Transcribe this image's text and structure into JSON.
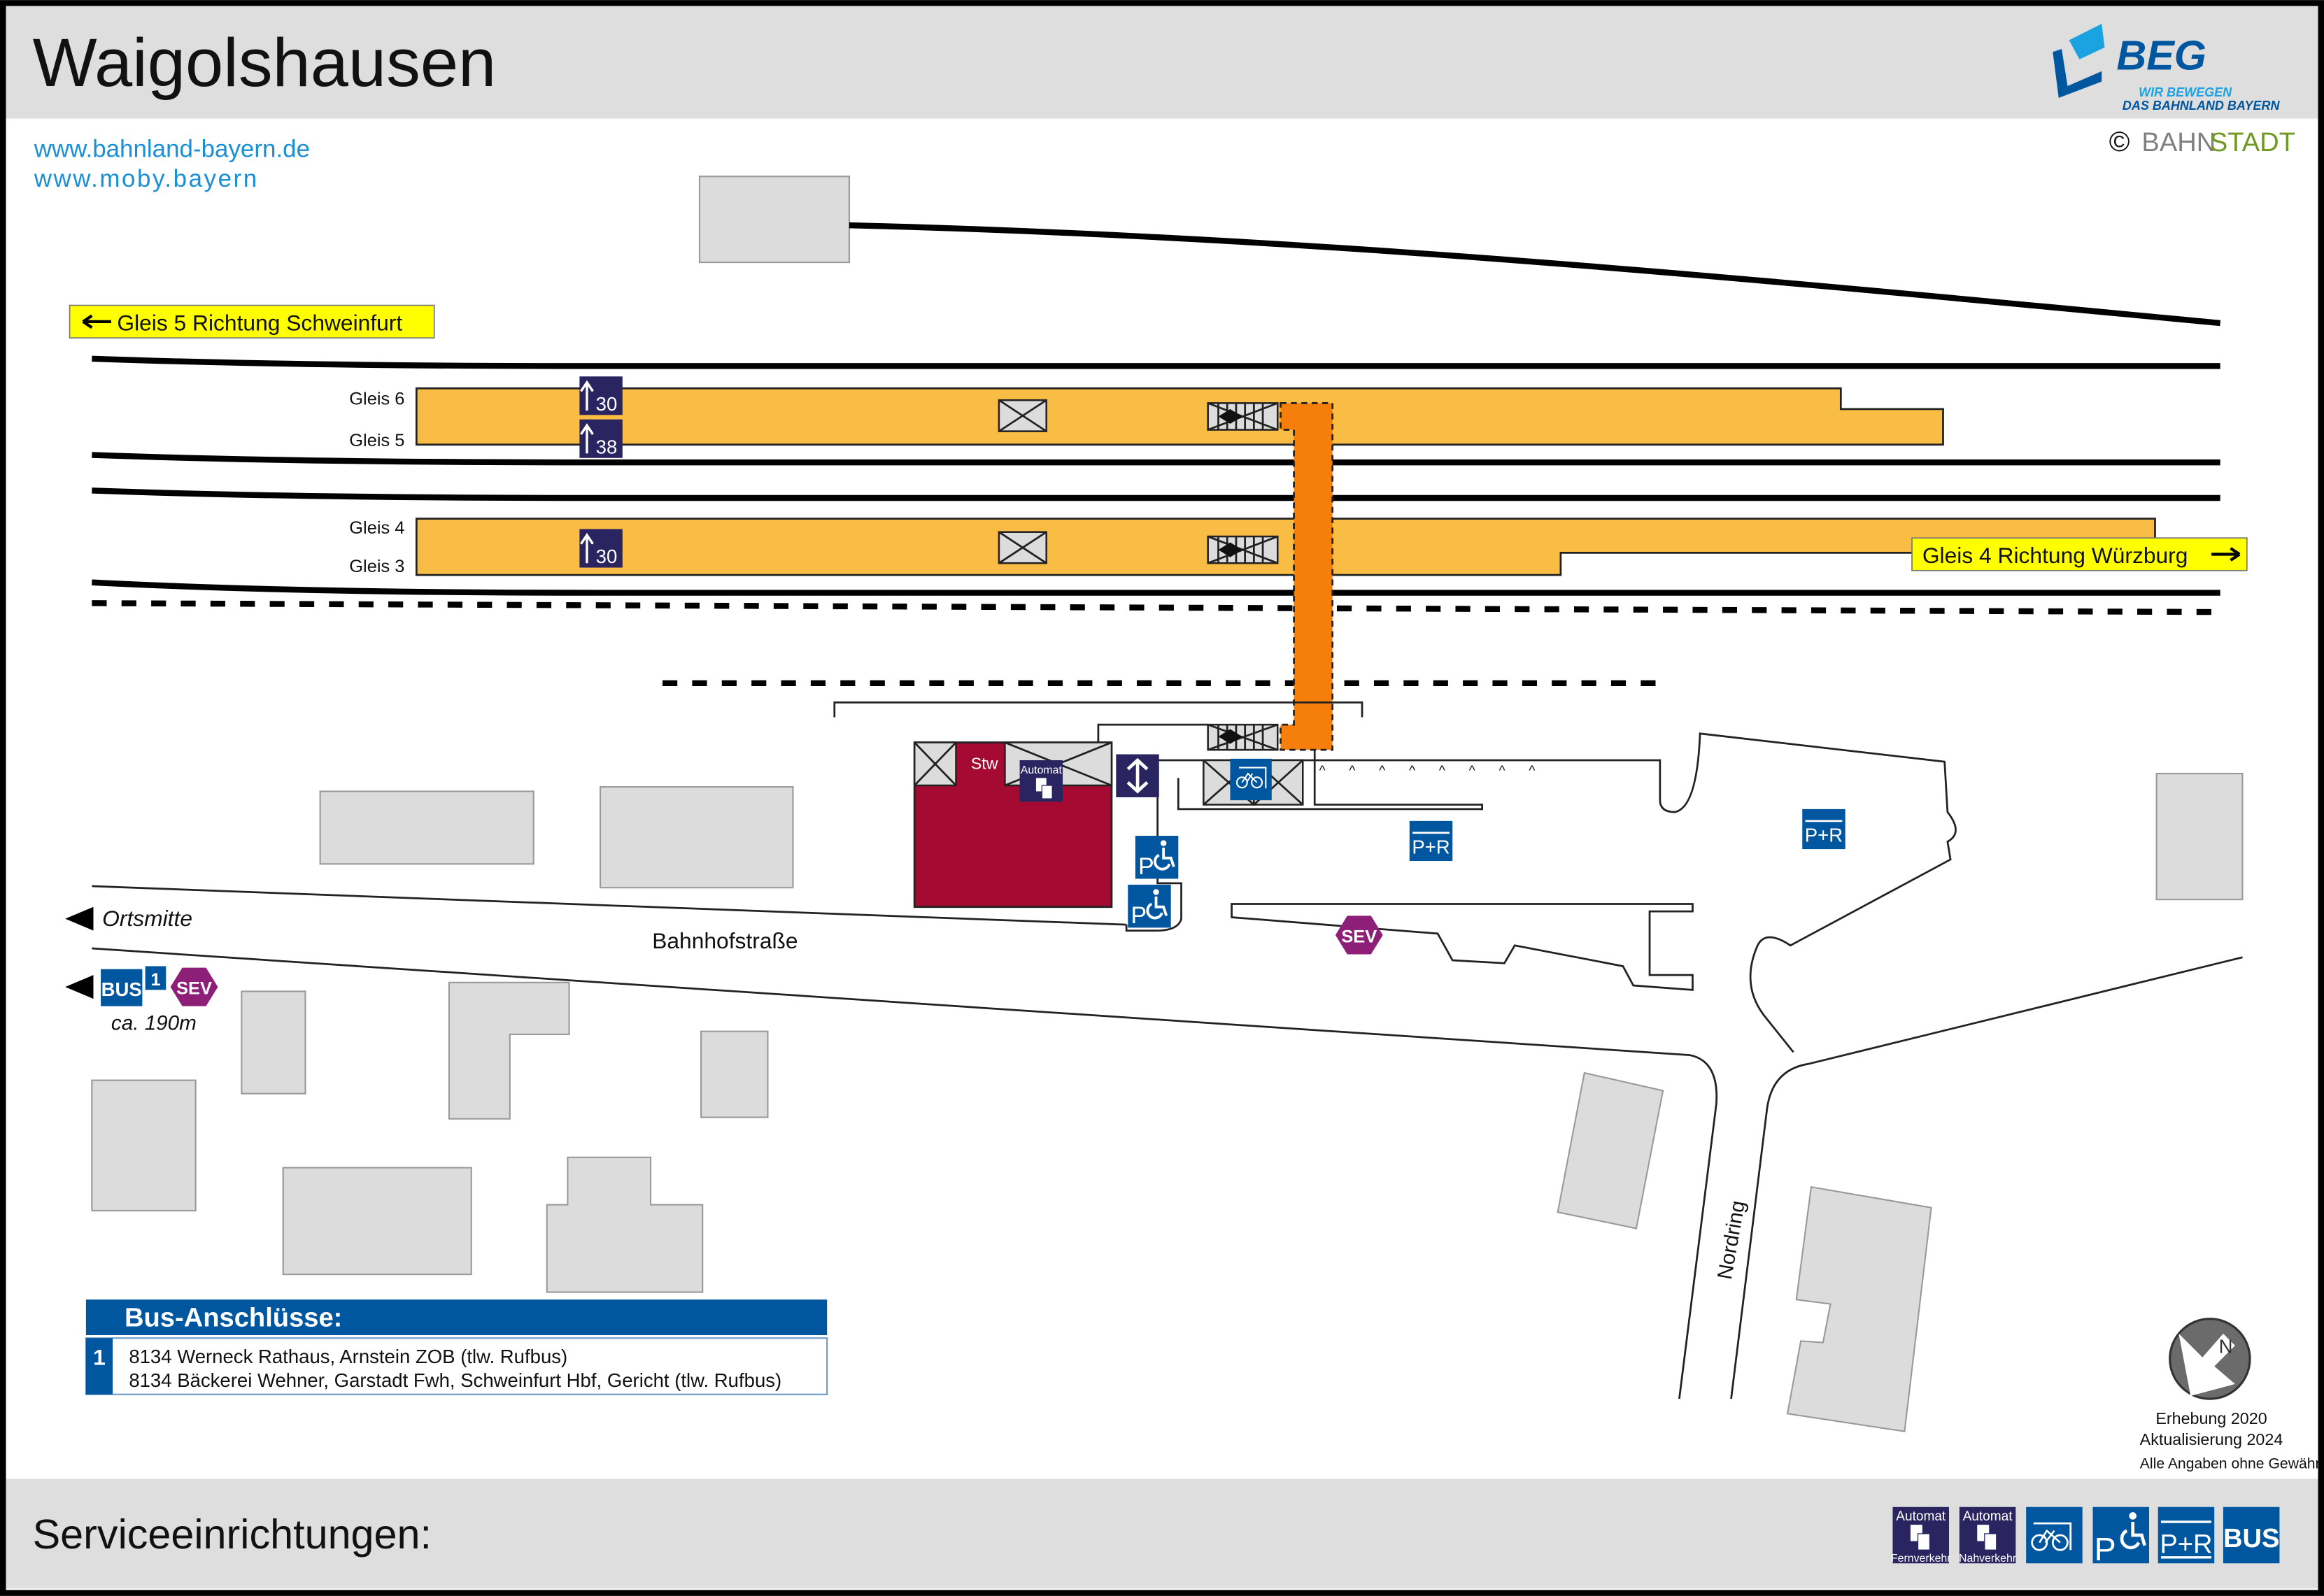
{
  "header": {
    "title": "Waigolshausen",
    "links": [
      "www.bahnland-bayern.de",
      "www.moby.bayern"
    ],
    "logo": {
      "name": "BEG",
      "tagline1": "WIR BEWEGEN",
      "tagline2": "DAS BAHNLAND BAYERN"
    },
    "copyright": {
      "symbol": "©",
      "part1": "BAHN",
      "part2": "STADT"
    }
  },
  "colors": {
    "platform": "#f9bd45",
    "passage": "#f57f0a",
    "building_red": "#a50a32",
    "sign_blue": "#0057a0",
    "sign_navy": "#2a2560",
    "sev": "#8e1f78",
    "direction_label": "#ffff00"
  },
  "tracks": {
    "labels": [
      "Gleis 6",
      "Gleis 5",
      "Gleis 4",
      "Gleis 3"
    ],
    "direction_left": "Gleis 5 Richtung Schweinfurt",
    "direction_right": "Gleis 4 Richtung Würzburg",
    "platform_signs": [
      "30",
      "38",
      "30"
    ]
  },
  "map": {
    "stw_label": "Stw",
    "automat_label": "Automat",
    "street_main": "Bahnhofstraße",
    "street_side": "Nordring",
    "ortsmitte": "Ortsmitte",
    "bus_label": "BUS",
    "bus_line": "1",
    "sev_label": "SEV",
    "bus_distance": "ca. 190m",
    "pr_label": "P+R",
    "p_label": "P"
  },
  "bus_connections": {
    "title": "Bus-Anschlüsse:",
    "rows": [
      {
        "stop": "1",
        "lines": [
          "8134 Werneck Rathaus, Arnstein ZOB (tlw. Rufbus)",
          "8134 Bäckerei Wehner, Garstadt Fwh, Schweinfurt Hbf, Gericht (tlw. Rufbus)"
        ]
      }
    ]
  },
  "notes": {
    "compass": "N",
    "lines": [
      "Erhebung 2020",
      "Aktualisierung 2024",
      "Alle Angaben ohne Gewähr!"
    ]
  },
  "footer": {
    "title": "Serviceeinrichtungen:",
    "icons": [
      {
        "name": "ticket-machine-long-distance-icon",
        "top": "Automat",
        "bottom": "Fernverkehr"
      },
      {
        "name": "ticket-machine-regional-icon",
        "top": "Automat",
        "bottom": "Nahverkehr"
      },
      {
        "name": "bike-parking-icon"
      },
      {
        "name": "disabled-parking-icon",
        "label": "P"
      },
      {
        "name": "park-and-ride-icon",
        "label": "P+R"
      },
      {
        "name": "bus-icon",
        "label": "BUS"
      }
    ]
  }
}
